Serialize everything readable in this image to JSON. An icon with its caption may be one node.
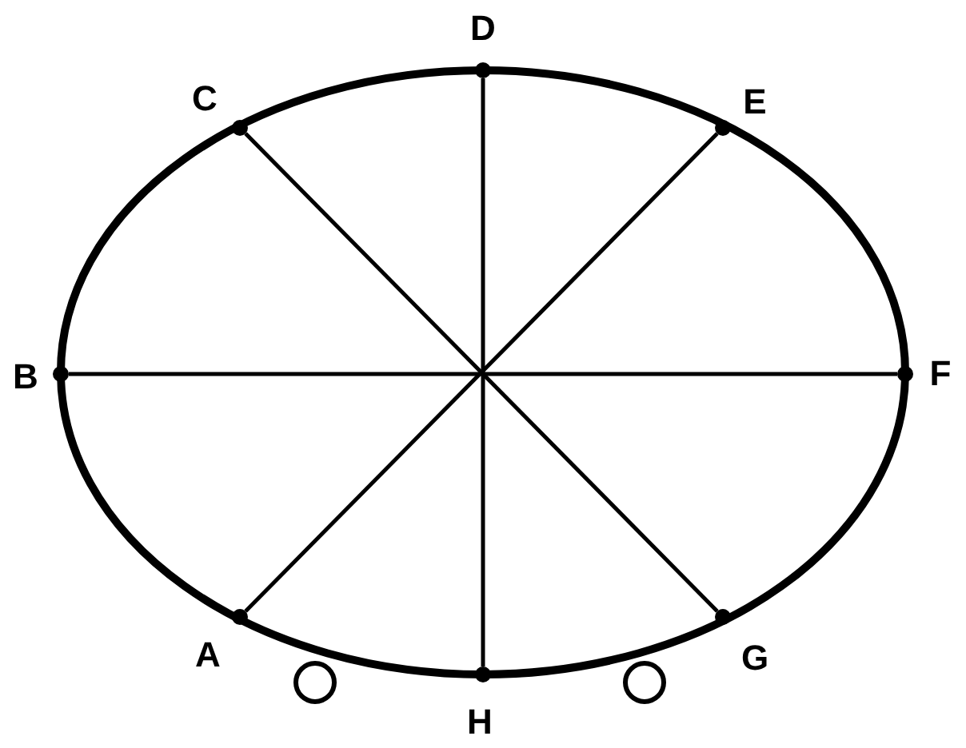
{
  "diagram": {
    "nodes": [
      {
        "text": [
          "D"
        ]
      },
      {
        "text": [
          "C"
        ]
      },
      {
        "text": [
          "E"
        ]
      },
      {
        "text": [
          "B"
        ]
      },
      {
        "text": [
          "F"
        ]
      },
      {
        "text": [
          "A"
        ]
      },
      {
        "text": [
          "H"
        ]
      },
      {
        "text": [
          "G"
        ]
      }
    ],
    "edges": [
      {
        "from": 3,
        "to": 4,
        "arrow": "none"
      },
      {
        "from": 1,
        "to": 7,
        "arrow": "none"
      },
      {
        "from": 0,
        "to": 6,
        "arrow": "none"
      },
      {
        "from": 2,
        "to": 5,
        "arrow": "none"
      }
    ]
  }
}
